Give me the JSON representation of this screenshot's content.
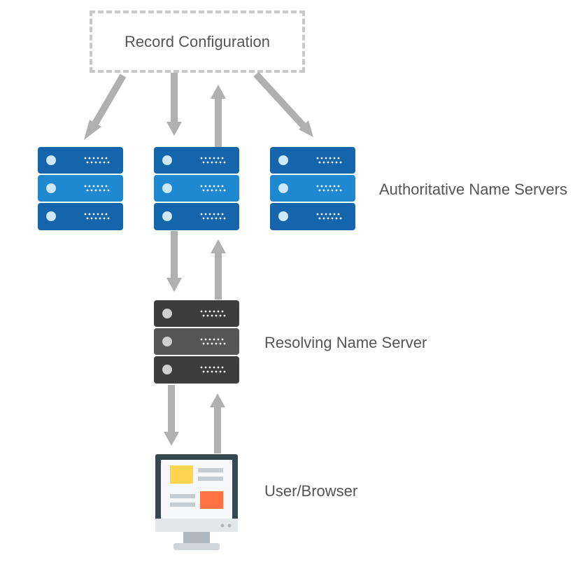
{
  "record_config": {
    "label": "Record Configuration"
  },
  "labels": {
    "authoritative": "Authoritative Name Servers",
    "resolving": "Resolving Name Server",
    "user": "User/Browser"
  },
  "colors": {
    "auth_dark": "#1565ad",
    "auth_light": "#1e88d0",
    "resolver_dark": "#3d3d3d",
    "resolver_light": "#555555",
    "arrow": "#b0b0b0",
    "config_border": "#c8c8c8",
    "monitor_frame": "#37474f",
    "card_yellow": "#ffd54f",
    "card_red": "#ff7043"
  }
}
